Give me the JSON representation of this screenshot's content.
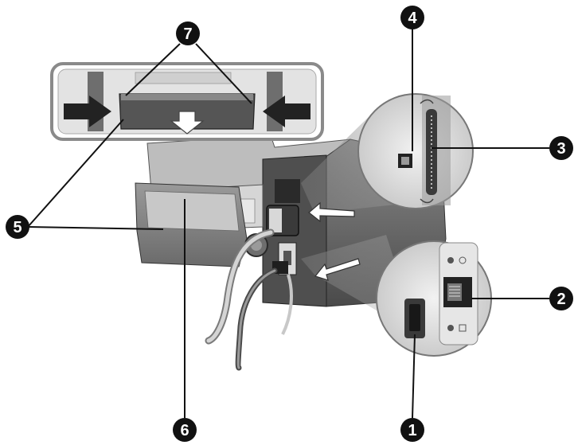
{
  "callouts": [
    {
      "id": "1",
      "label": "1"
    },
    {
      "id": "2",
      "label": "2"
    },
    {
      "id": "3",
      "label": "3"
    },
    {
      "id": "4",
      "label": "4"
    },
    {
      "id": "5",
      "label": "5"
    },
    {
      "id": "6",
      "label": "6"
    },
    {
      "id": "7",
      "label": "7"
    }
  ],
  "colors": {
    "callout_fill": "#111111",
    "printer_body": "#5e5e5e",
    "printer_dark": "#2a2a2a",
    "inset_bg": "#d8d8d8",
    "background": "#ffffff"
  },
  "icons": [
    "printer-rear-view",
    "parallel-port",
    "usb-port",
    "network-port",
    "power-socket",
    "rear-access-panel",
    "two-sided-printing-accessory"
  ]
}
